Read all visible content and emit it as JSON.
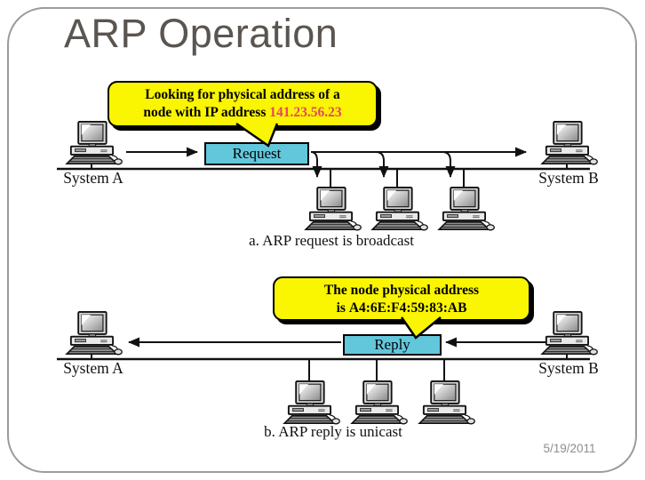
{
  "slide": {
    "title": "ARP Operation",
    "date": "5/19/2011"
  },
  "diagram_a": {
    "callout": {
      "line1": "Looking for physical address of a",
      "line2_prefix": "node with IP address ",
      "ip": "141.23.56.23"
    },
    "box_label": "Request",
    "system_a": "System A",
    "system_b": "System B",
    "caption": "a. ARP request is broadcast"
  },
  "diagram_b": {
    "callout": {
      "line1": "The node physical address",
      "line2_prefix": "is ",
      "mac": "A4:6E:F4:59:83:AB"
    },
    "box_label": "Reply",
    "system_a": "System A",
    "system_b": "System B",
    "caption": "b. ARP reply is unicast"
  },
  "icons": {
    "computer": "desktop-computer-icon"
  },
  "colors": {
    "callout_bg": "#FAF500",
    "box_bg": "#63C7DC",
    "ip_color": "#E8455F",
    "title_color": "#5A5550",
    "date_color": "#8D8D8D",
    "line_color": "#111111"
  }
}
